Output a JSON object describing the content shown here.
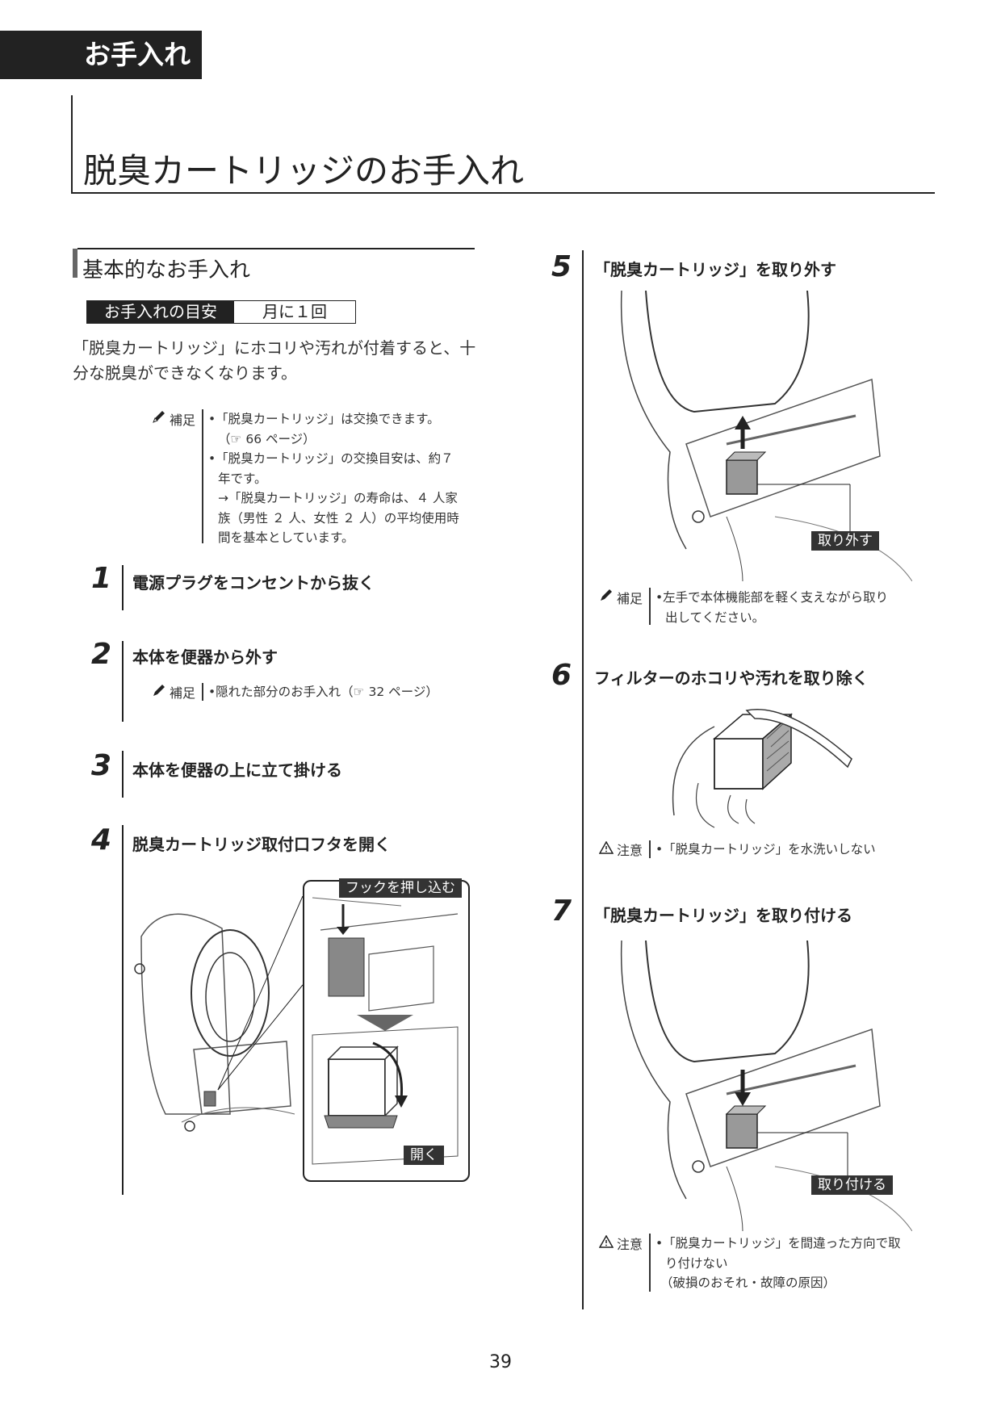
{
  "header": {
    "section_tab": "お手入れ",
    "title": "脱臭カートリッジのお手入れ"
  },
  "basic": {
    "heading": "基本的なお手入れ",
    "guide_label": "お手入れの目安",
    "guide_value": "月に１回",
    "intro": "「脱臭カートリッジ」にホコリや汚れが付着すると、十分な脱臭ができなくなります。",
    "note": {
      "tag": "補足",
      "lines": [
        "•「脱臭カートリッジ」は交換できます。",
        "（☞ 66 ページ）",
        "•「脱臭カートリッジ」の交換目安は、約７",
        "年です。",
        "→「脱臭カートリッジ」の寿命は、４ 人家",
        "族（男性 ２ 人、女性 ２ 人）の平均使用時",
        "間を基本としています。"
      ]
    }
  },
  "steps": {
    "s1": {
      "num": "1",
      "text": "電源プラグをコンセントから抜く"
    },
    "s2": {
      "num": "2",
      "text": "本体を便器から外す",
      "note_tag": "補足",
      "note": "•隠れた部分のお手入れ（☞ 32 ページ）"
    },
    "s3": {
      "num": "3",
      "text": "本体を便器の上に立て掛ける"
    },
    "s4": {
      "num": "4",
      "text": "脱臭カートリッジ取付口フタを開く",
      "callout_top": "フックを押し込む",
      "callout_bottom": "開く"
    },
    "s5": {
      "num": "5",
      "text": "「脱臭カートリッジ」を取り外す",
      "callout": "取り外す",
      "note_tag": "補足",
      "note_lines": [
        "•左手で本体機能部を軽く支えながら取り",
        "出してください。"
      ]
    },
    "s6": {
      "num": "6",
      "text": "フィルターのホコリや汚れを取り除く",
      "note_tag": "注意",
      "note": "•「脱臭カートリッジ」を水洗いしない"
    },
    "s7": {
      "num": "7",
      "text": "「脱臭カートリッジ」を取り付ける",
      "callout": "取り付ける",
      "note_tag": "注意",
      "note_lines": [
        "•「脱臭カートリッジ」を間違った方向で取",
        "り付けない",
        "（破損のおそれ・故障の原因）"
      ]
    }
  },
  "icons": {
    "pencil": "pencil-icon",
    "warning": "warning-icon",
    "arrow": "arrow-icon"
  },
  "page_number": "39"
}
